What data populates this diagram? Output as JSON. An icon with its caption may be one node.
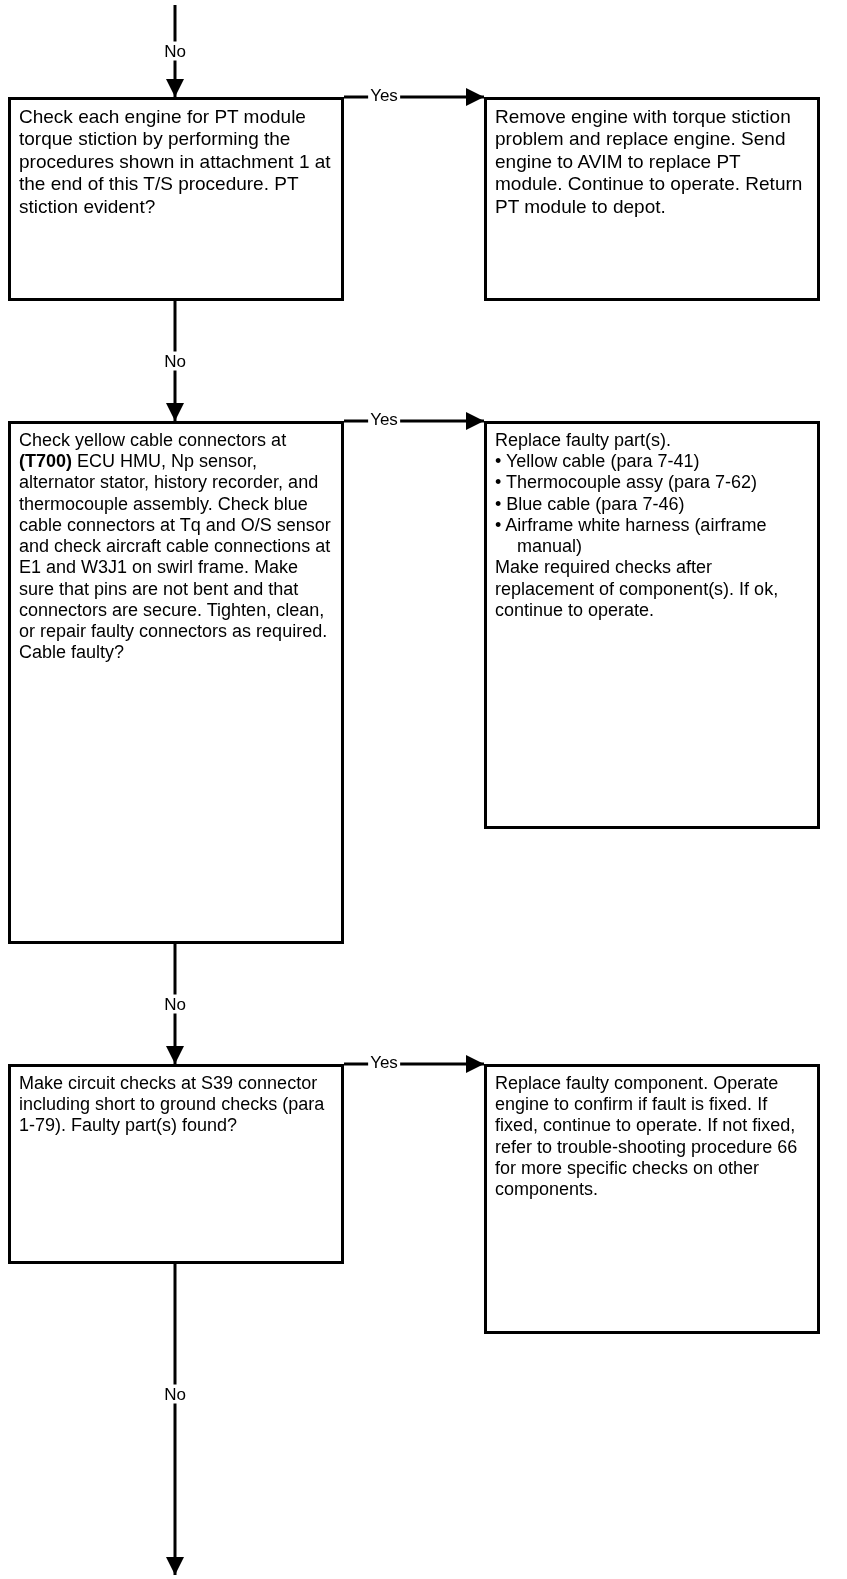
{
  "diagram": {
    "nodes": [
      {
        "text": [
          "Check each engine for PT module torque stiction by performing the procedures shown in attachment 1 at the end of this T/S procedure. PT stiction evident?"
        ]
      },
      {
        "text": [
          "Remove engine with torque stiction problem and replace engine. Send engine to AVIM to replace PT module. Continue to operate. Return PT module to depot."
        ]
      },
      {
        "text": [
          "Check yellow cable connectors at **(T700)** ECU HMU, Np sensor, alternator stator, history recorder, and thermocouple assembly. Check blue cable connectors at Tq and O/S sensor and check aircraft cable connections at E1 and W3J1 on swirl frame. Make sure that pins are not bent and that connectors are secure. Tighten, clean, or repair faulty connectors as required. Cable faulty?"
        ]
      },
      {
        "text": [
          "Replace faulty part(s).",
          "• Yellow cable (para 7-41)",
          "• Thermocouple assy (para 7-62)",
          "• Blue cable (para 7-46)",
          "• Airframe white harness (airframe manual)",
          "Make required checks after replacement of component(s). If ok, continue to operate."
        ]
      },
      {
        "text": [
          "Make circuit checks at S39 connector including short to ground checks (para 1-79). Faulty part(s) found?"
        ]
      },
      {
        "text": [
          "Replace faulty component. Operate engine to confirm if fault is fixed. If fixed, continue to operate. If not fixed, refer to trouble-shooting procedure 66 for more specific checks on other components."
        ]
      }
    ],
    "edges": [
      {
        "from": null,
        "to": 0,
        "arrow": "to",
        "label": "No"
      },
      {
        "from": 0,
        "to": 1,
        "arrow": "to",
        "label": "Yes"
      },
      {
        "from": 0,
        "to": 2,
        "arrow": "to",
        "label": "No"
      },
      {
        "from": 2,
        "to": 3,
        "arrow": "to",
        "label": "Yes"
      },
      {
        "from": 2,
        "to": 4,
        "arrow": "to",
        "label": "No"
      },
      {
        "from": 4,
        "to": 5,
        "arrow": "to",
        "label": "Yes"
      },
      {
        "from": 4,
        "to": null,
        "arrow": "to",
        "label": "No"
      }
    ]
  }
}
